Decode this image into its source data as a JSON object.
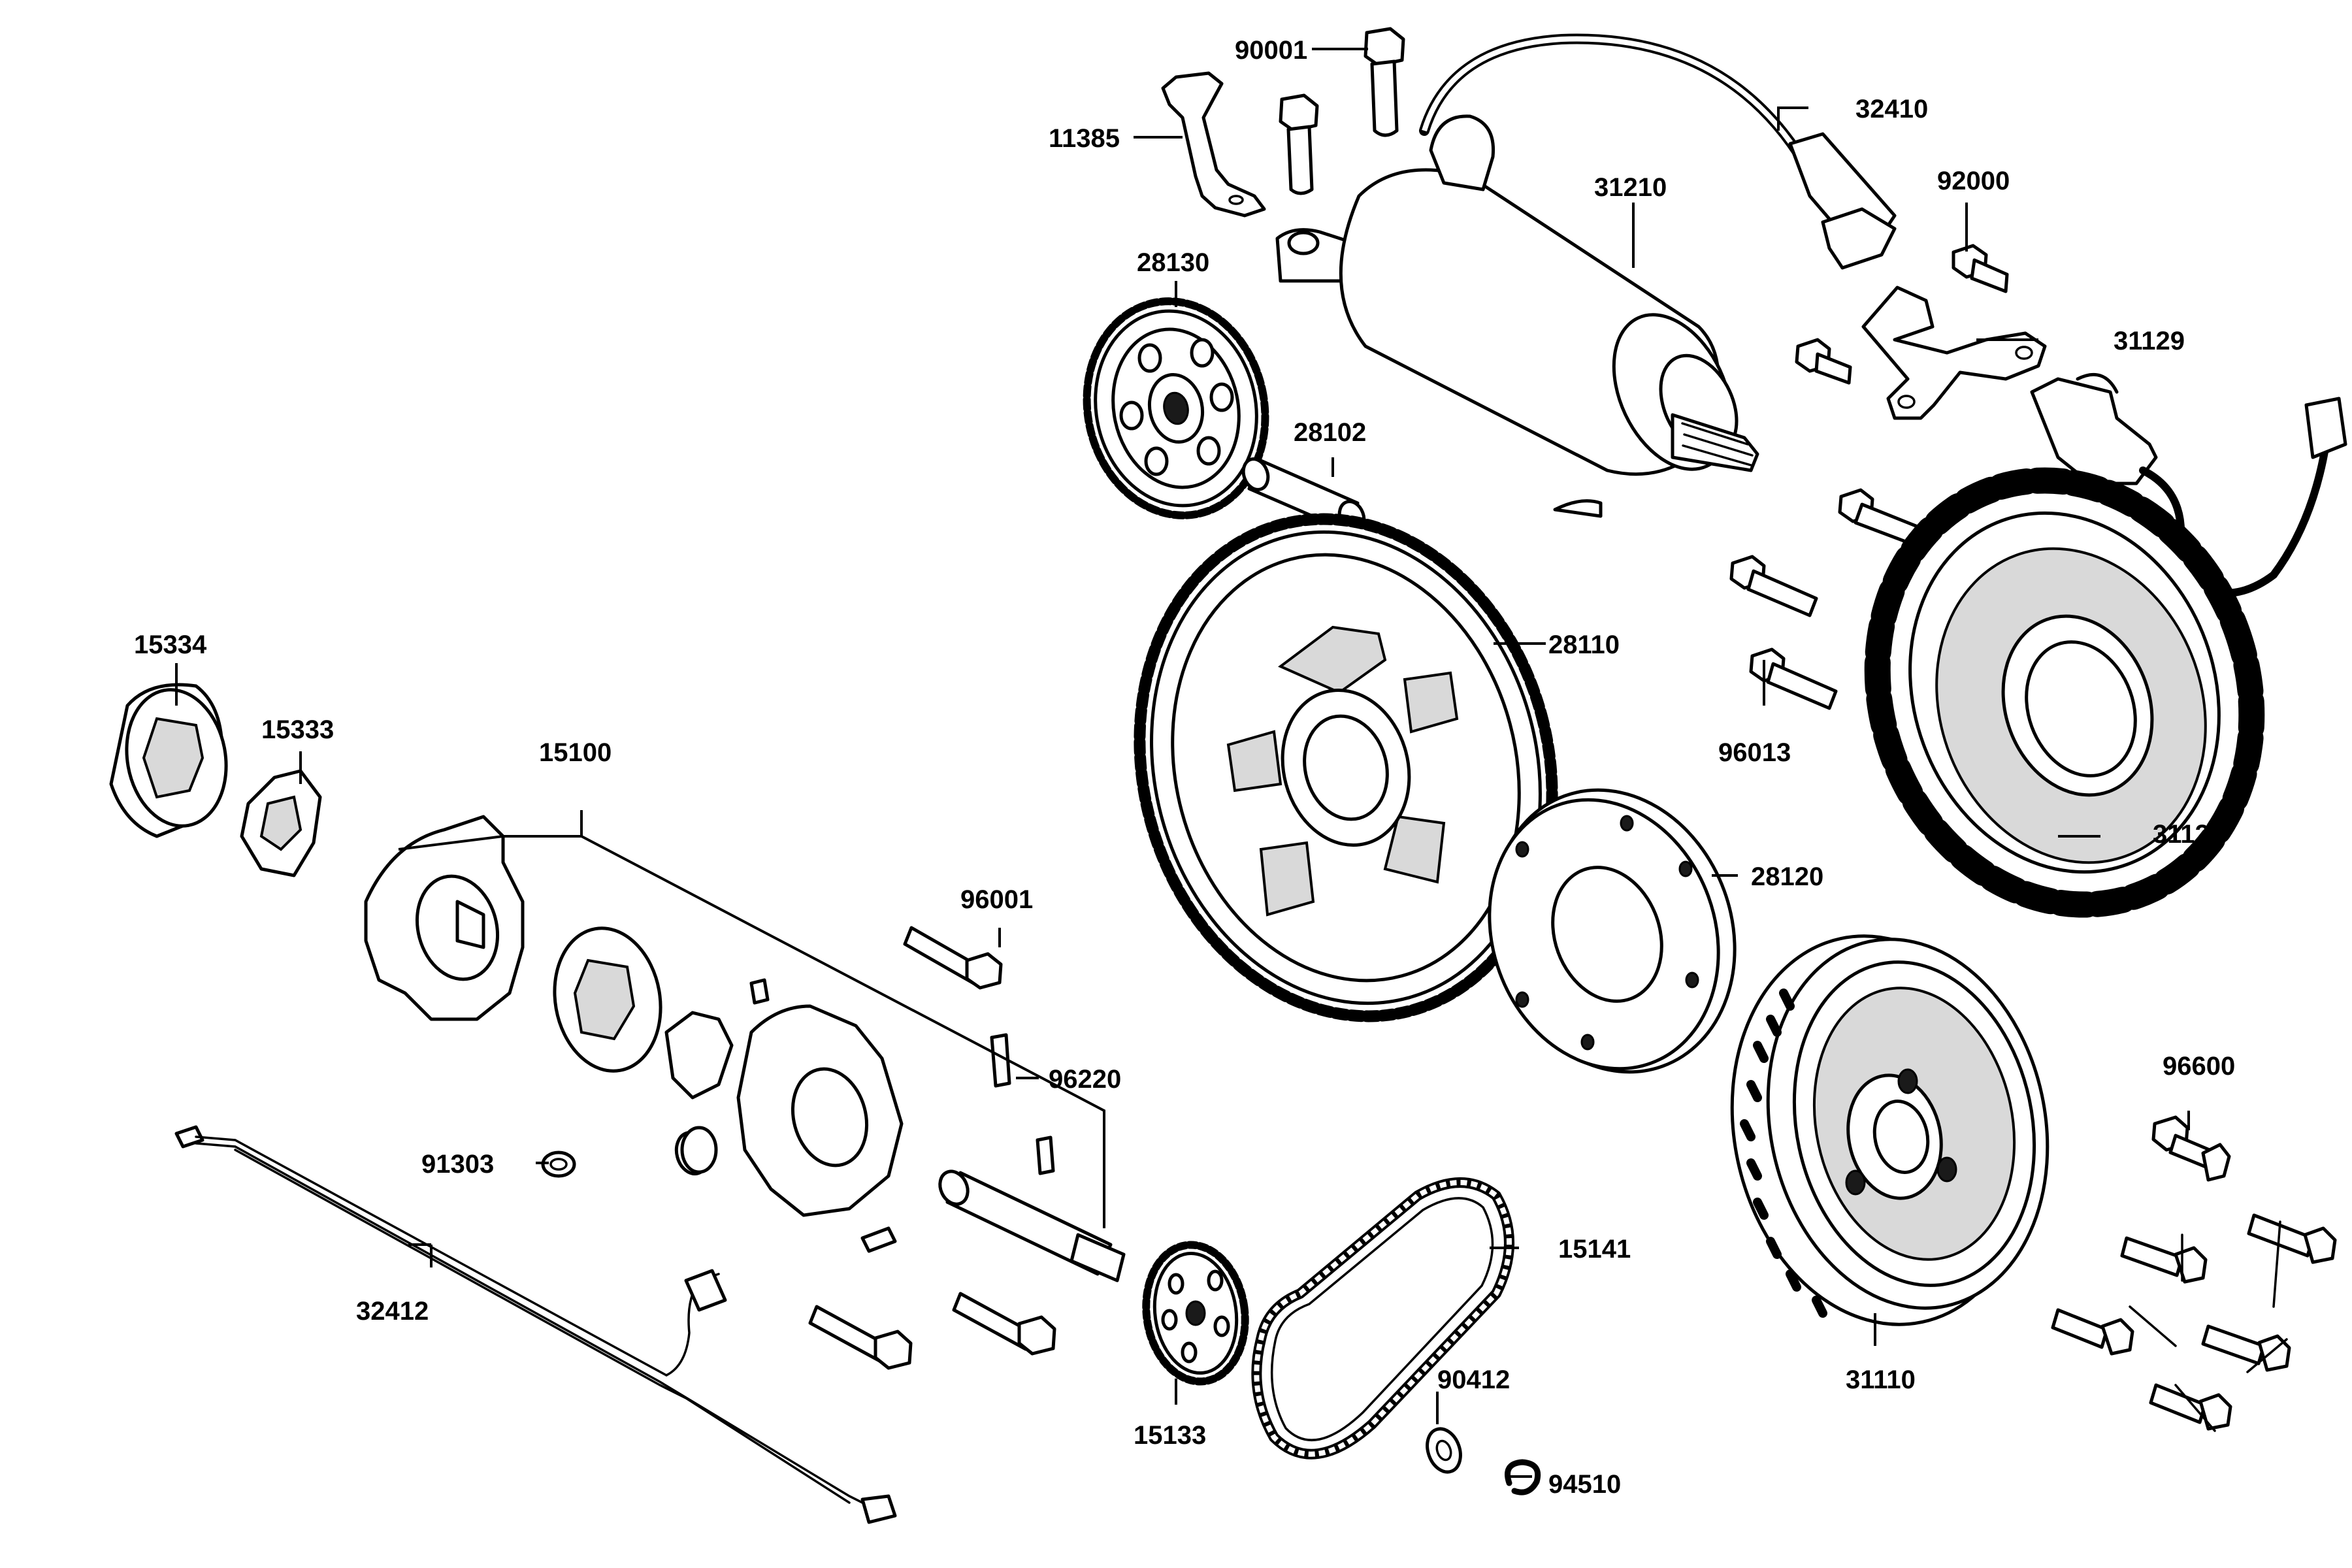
{
  "parts": [
    {
      "id": "90001",
      "name": "bolt-90001"
    },
    {
      "id": "11385",
      "name": "bracket-11385"
    },
    {
      "id": "32410",
      "name": "lead-wire-32410"
    },
    {
      "id": "31210",
      "name": "starter-motor-31210"
    },
    {
      "id": "92000",
      "name": "bolt-92000"
    },
    {
      "id": "28130",
      "name": "idle-gear-28130"
    },
    {
      "id": "31129",
      "name": "bracket-31129"
    },
    {
      "id": "28102",
      "name": "shaft-28102"
    },
    {
      "id": "15334",
      "name": "outer-rotor-15334"
    },
    {
      "id": "28110",
      "name": "starter-gear-28110"
    },
    {
      "id": "15333",
      "name": "inner-rotor-15333"
    },
    {
      "id": "15100",
      "name": "oil-pump-assembly-15100"
    },
    {
      "id": "96013",
      "name": "bolt-96013"
    },
    {
      "id": "31120",
      "name": "stator-31120"
    },
    {
      "id": "96001",
      "name": "bolt-96001"
    },
    {
      "id": "28120",
      "name": "one-way-clutch-28120"
    },
    {
      "id": "96220",
      "name": "dowel-pin-96220"
    },
    {
      "id": "96600",
      "name": "bolt-96600"
    },
    {
      "id": "91303",
      "name": "o-ring-91303"
    },
    {
      "id": "15141",
      "name": "chain-15141"
    },
    {
      "id": "32412",
      "name": "wire-harness-32412"
    },
    {
      "id": "90412",
      "name": "washer-90412"
    },
    {
      "id": "31110",
      "name": "flywheel-rotor-31110"
    },
    {
      "id": "15133",
      "name": "sprocket-15133"
    },
    {
      "id": "94510",
      "name": "circlip-94510"
    }
  ]
}
